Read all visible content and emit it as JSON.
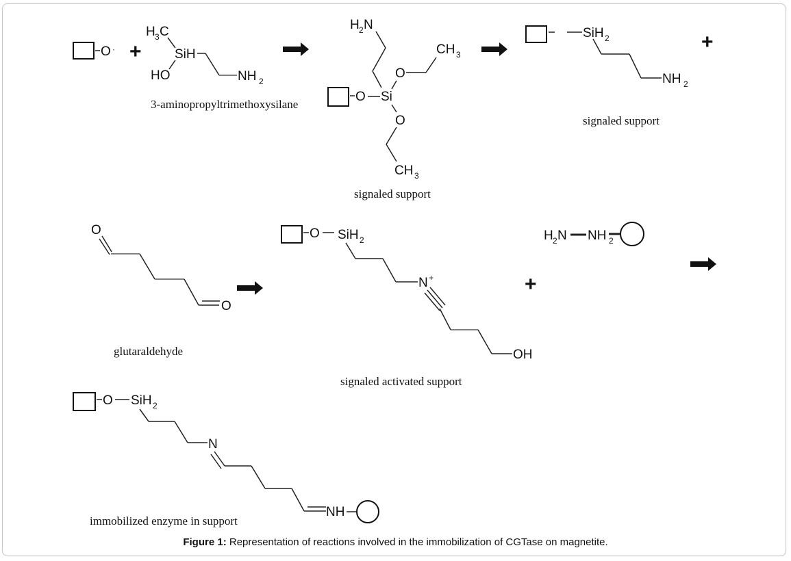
{
  "figure": {
    "caption_label": "Figure 1:",
    "caption_text": " Representation of reactions involved in the immobilization of CGTase on magnetite."
  },
  "molecules": {
    "support_oxide": {
      "o": "O",
      "dot": "·"
    },
    "aptms": {
      "h3c_h": "H",
      "h3c_3": "3",
      "h3c_c": "C",
      "sih": "SiH",
      "ho": "HO",
      "nh": "NH",
      "nh_2": "2",
      "label": "3-aminopropyltrimethoxysilane"
    },
    "signaled_support_1": {
      "h2n_h": "H",
      "h2n_2": "2",
      "h2n_n": "N",
      "o_left": "O",
      "si": "Si",
      "o_upper": "O",
      "o_lower": "O",
      "ch3_top": "CH",
      "ch3_top_3": "3",
      "ch3_bottom": "CH",
      "ch3_bottom_3": "3",
      "label": "signaled support"
    },
    "signaled_support_2": {
      "sih2": "SiH",
      "sih2_2": "2",
      "nh2": "NH",
      "nh2_2": "2",
      "label": "signaled support"
    },
    "glutaraldehyde": {
      "o_top": "O",
      "o_bottom": "O",
      "label": "glutaraldehyde"
    },
    "activated_support": {
      "o": "O",
      "sih2": "SiH",
      "sih2_2": "2",
      "n": "N",
      "charge": "+",
      "oh": "OH",
      "label": "signaled activated support"
    },
    "enzyme_hydrazine": {
      "h2n_h": "H",
      "h2n_2": "2",
      "h2n_n": "N",
      "nh2": "NH",
      "nh2_2": "2"
    },
    "immobilized_enzyme": {
      "o": "O",
      "sih2": "SiH",
      "sih2_2": "2",
      "n": "N",
      "nh": "NH",
      "label": "immobilized enzyme in support"
    }
  },
  "operators": {
    "plus": "+"
  }
}
